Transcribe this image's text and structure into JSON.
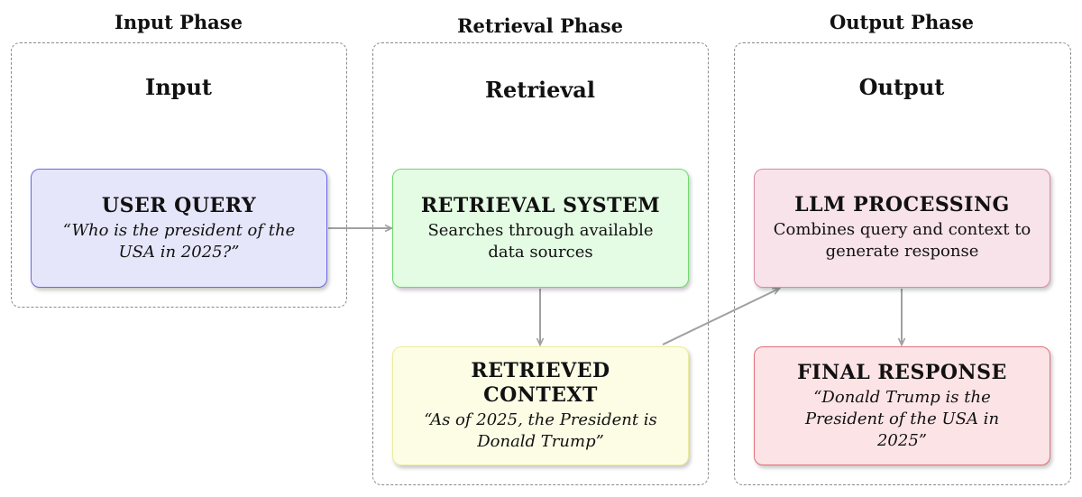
{
  "phases": {
    "input": {
      "title": "Input Phase",
      "heading": "Input"
    },
    "retrieval": {
      "title": "Retrieval Phase",
      "heading": "Retrieval"
    },
    "output": {
      "title": "Output Phase",
      "heading": "Output"
    }
  },
  "nodes": {
    "user_query": {
      "title": "USER QUERY",
      "quote": "“Who is the president of the USA in 2025?”"
    },
    "retrieval_system": {
      "title": "RETRIEVAL SYSTEM",
      "desc": "Searches through available data sources"
    },
    "retrieved_context": {
      "title": "RETRIEVED CONTEXT",
      "quote": "“As of 2025, the President is Donald Trump”"
    },
    "llm_processing": {
      "title": "LLM PROCESSING",
      "desc": "Combines query and context to generate response"
    },
    "final_response": {
      "title": "FINAL RESPONSE",
      "quote": "“Donald Trump is the President of the USA in 2025”"
    }
  },
  "colors": {
    "user_query": {
      "fill": "#e6e6fb",
      "border": "#6a6adf"
    },
    "retrieval_system": {
      "fill": "#e4fbe4",
      "border": "#6fd96f"
    },
    "retrieved_context": {
      "fill": "#fdfde6",
      "border": "#ecec9a"
    },
    "llm_processing": {
      "fill": "#f8e3ea",
      "border": "#d98ca2"
    },
    "final_response": {
      "fill": "#fbe3e6",
      "border": "#e0707c"
    },
    "arrow": "#a0a0a0",
    "phase_border": "#8a8a8a"
  }
}
